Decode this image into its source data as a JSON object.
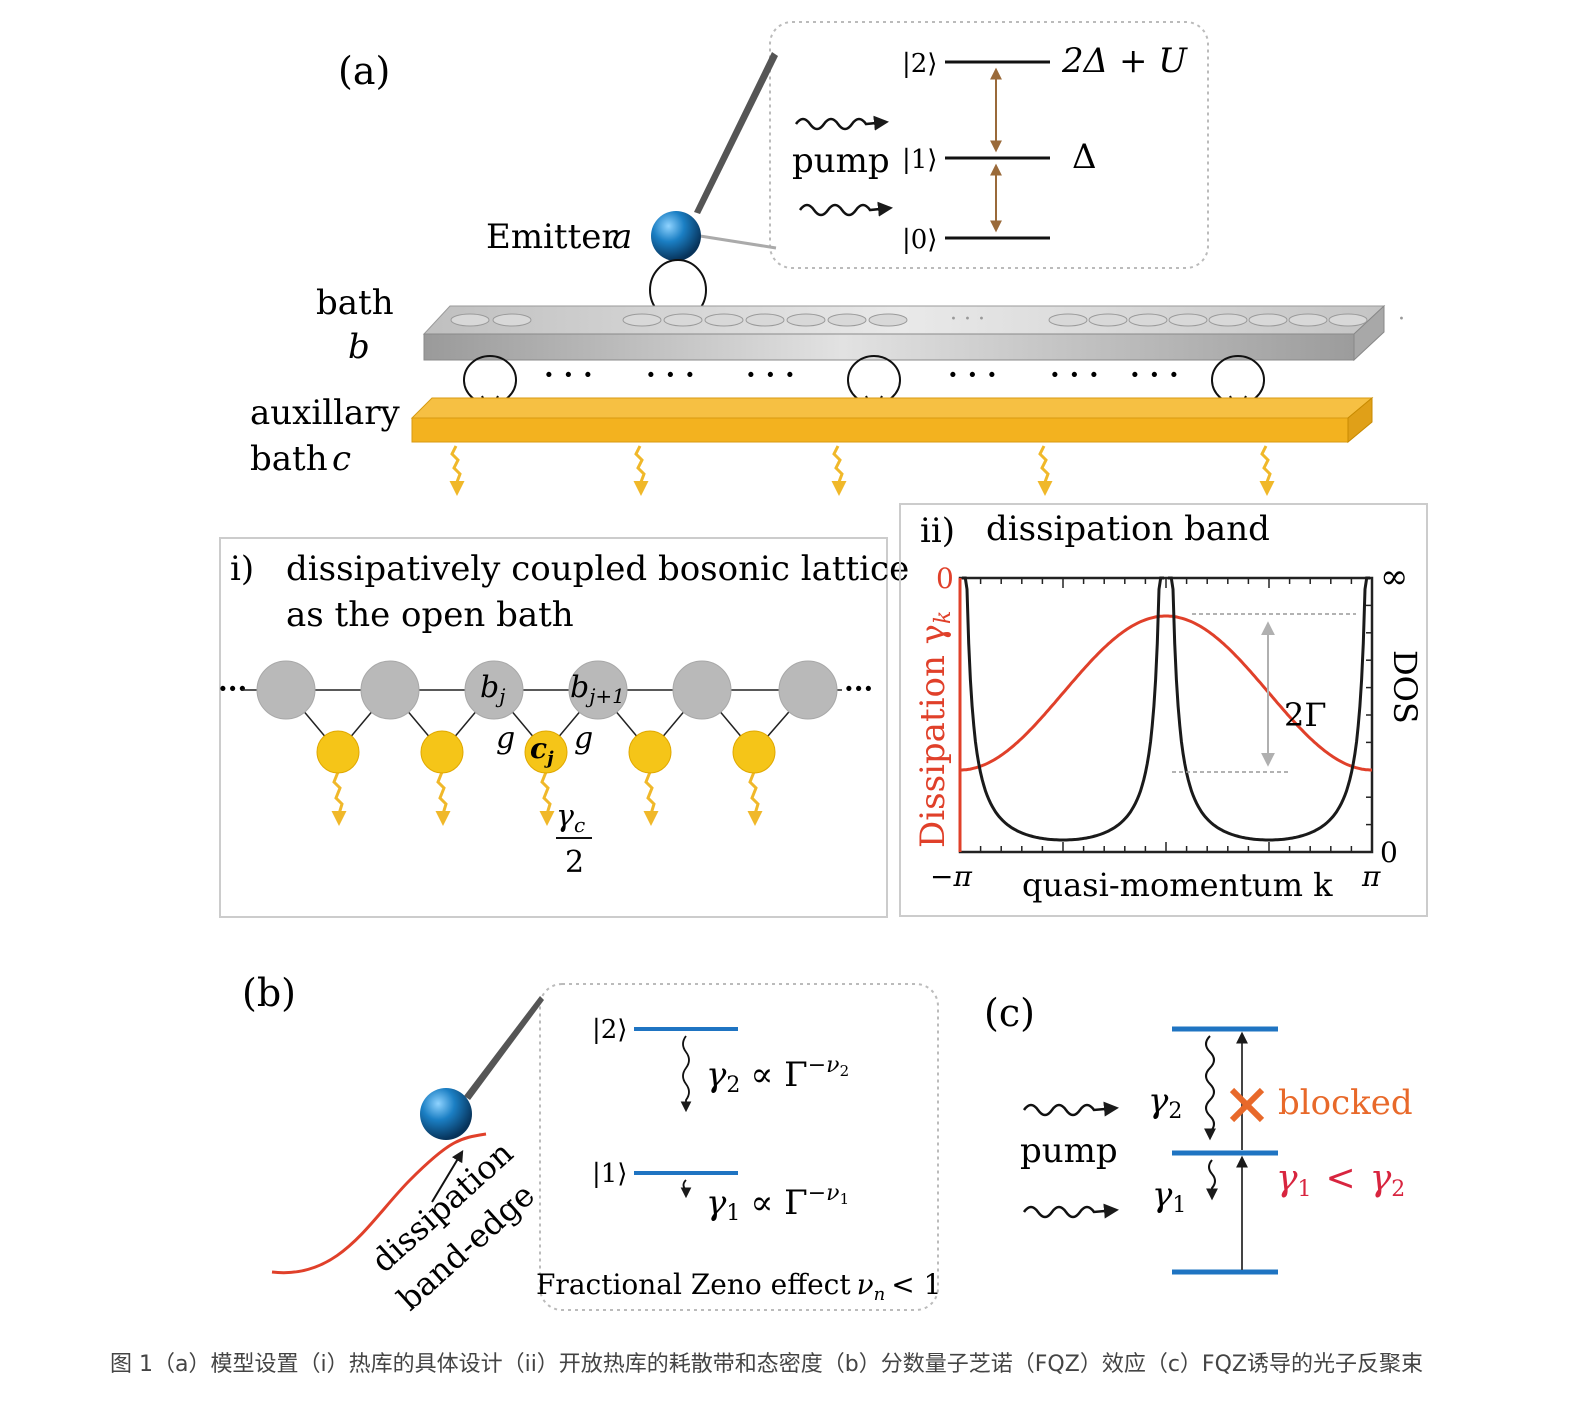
{
  "panel_a": {
    "label": "(a)",
    "emitter_label": "Emitter",
    "emitter_symbol": "a",
    "bath_label": "bath",
    "bath_symbol": "b",
    "aux_label_1": "auxillary",
    "aux_label_2": "bath",
    "aux_symbol": "c",
    "dots": "· · ·",
    "inset": {
      "pump_label": "pump",
      "levels": [
        {
          "ket": "|2⟩",
          "energy": "2Δ + U"
        },
        {
          "ket": "|1⟩",
          "energy": "Δ"
        },
        {
          "ket": "|0⟩",
          "energy": ""
        }
      ]
    }
  },
  "panel_i": {
    "roman": "i)",
    "title_line1": "dissipatively coupled bosonic lattice",
    "title_line2": "as the open bath",
    "ellipsis": "···",
    "b_j": "b",
    "b_j_sub": "j",
    "b_j1": "b",
    "b_j1_sub": "j+1",
    "c_j": "c",
    "c_j_sub": "j",
    "g": "g",
    "gamma_c": "γ",
    "gamma_c_sub": "c",
    "two": "2"
  },
  "panel_ii": {
    "roman": "ii)",
    "title": "dissipation band",
    "xlabel": "quasi-momentum k",
    "ylabel_left": "Dissipation γ",
    "ylabel_left_sub": "k",
    "ylabel_right": "DOS",
    "tick_left_top": "0",
    "tick_right_top": "∞",
    "tick_right_bottom": "0",
    "tick_x_left": "−π",
    "tick_x_right": "π",
    "gap_label": "2Γ",
    "colors": {
      "dissipation": "#e0402a",
      "dos": "#1a1a1a"
    }
  },
  "panel_b": {
    "label": "(b)",
    "edge_label_1": "dissipation",
    "edge_label_2": "band-edge",
    "ket2": "|2⟩",
    "ket1": "|1⟩",
    "gamma2": "γ",
    "gamma2_sub": "2",
    "gamma2_rel": "∝ Γ",
    "gamma2_exp": "−ν",
    "gamma2_exp_sub": "2",
    "gamma1": "γ",
    "gamma1_sub": "1",
    "gamma1_rel": "∝ Γ",
    "gamma1_exp": "−ν",
    "gamma1_exp_sub": "1",
    "footer": "Fractional Zeno effect",
    "footer_math": "ν",
    "footer_math_sub": "n",
    "footer_rel": "< 1"
  },
  "panel_c": {
    "label": "(c)",
    "pump_label": "pump",
    "gamma2": "γ",
    "gamma2_sub": "2",
    "gamma1": "γ",
    "gamma1_sub": "1",
    "blocked": "blocked",
    "relation_a": "γ",
    "relation_a_sub": "1",
    "relation_op": "<",
    "relation_b": "γ",
    "relation_b_sub": "2",
    "colors": {
      "blocked": "#e8692a",
      "relation": "#d8253f",
      "level": "#1f74c2"
    }
  },
  "caption": "图 1（a）模型设置（i）热库的具体设计（ii）开放热库的耗散带和态密度（b）分数量子芝诺（FQZ）效应（c）FQZ诱导的光子反聚束"
}
